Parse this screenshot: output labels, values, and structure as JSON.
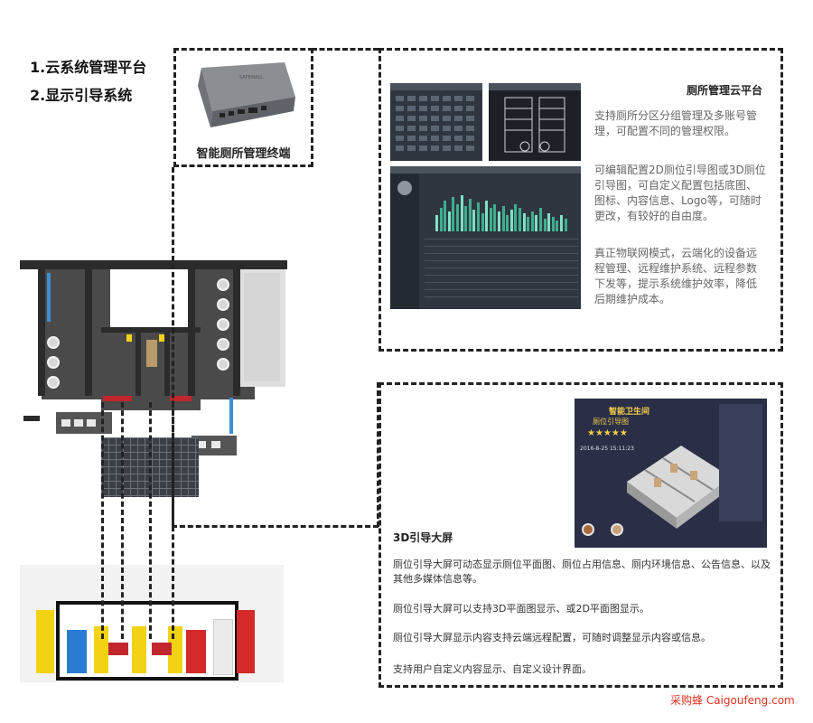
{
  "list": {
    "item1": "1.云系统管理平台",
    "item2": "2.显示引导系统"
  },
  "device": {
    "caption": "智能厕所管理终端",
    "logo_text": "SAFEMALL"
  },
  "cloud": {
    "title": "厕所管理云平台",
    "p1": "支持厕所分区分组管理及多账号管理，可配置不同的管理权限。",
    "p2": "可编辑配置2D厕位引导图或3D厕位引导图，可自定义配置包括底图、图标、内容信息、Logo等，可随时更改，有较好的自由度。",
    "p3": "真正物联网模式，云端化的设备远程管理、远程维护系统、远程参数下发等，提示系统维护效率，降低后期维护成本。"
  },
  "screen": {
    "title": "3D引导大屏",
    "p1": "厕位引导大屏可动态显示厕位平面图、厕位占用信息、厕内环境信息、公告信息、以及其他多媒体信息等。",
    "p2": "厕位引导大屏可以支持3D平面图显示、或2D平面图显示。",
    "p3": "厕位引导大屏显示内容支持云端远程配置，可随时调整显示内容或信息。",
    "p4": "支持用户自定义内容显示、自定义设计界面。",
    "headline": "智能卫生间",
    "subline": "厕位引导图",
    "stars": "★★★★★",
    "datetime": "2016-8-25 15:11:23"
  },
  "watermark": "采购蜂 Caigoufeng.com",
  "colors": {
    "dash": "#222222",
    "text_grey": "#666666",
    "watermark_red": "#e0301e",
    "accent_yellow": "#f2d313",
    "accent_red": "#d42a2a",
    "accent_blue": "#2c7bd3"
  }
}
